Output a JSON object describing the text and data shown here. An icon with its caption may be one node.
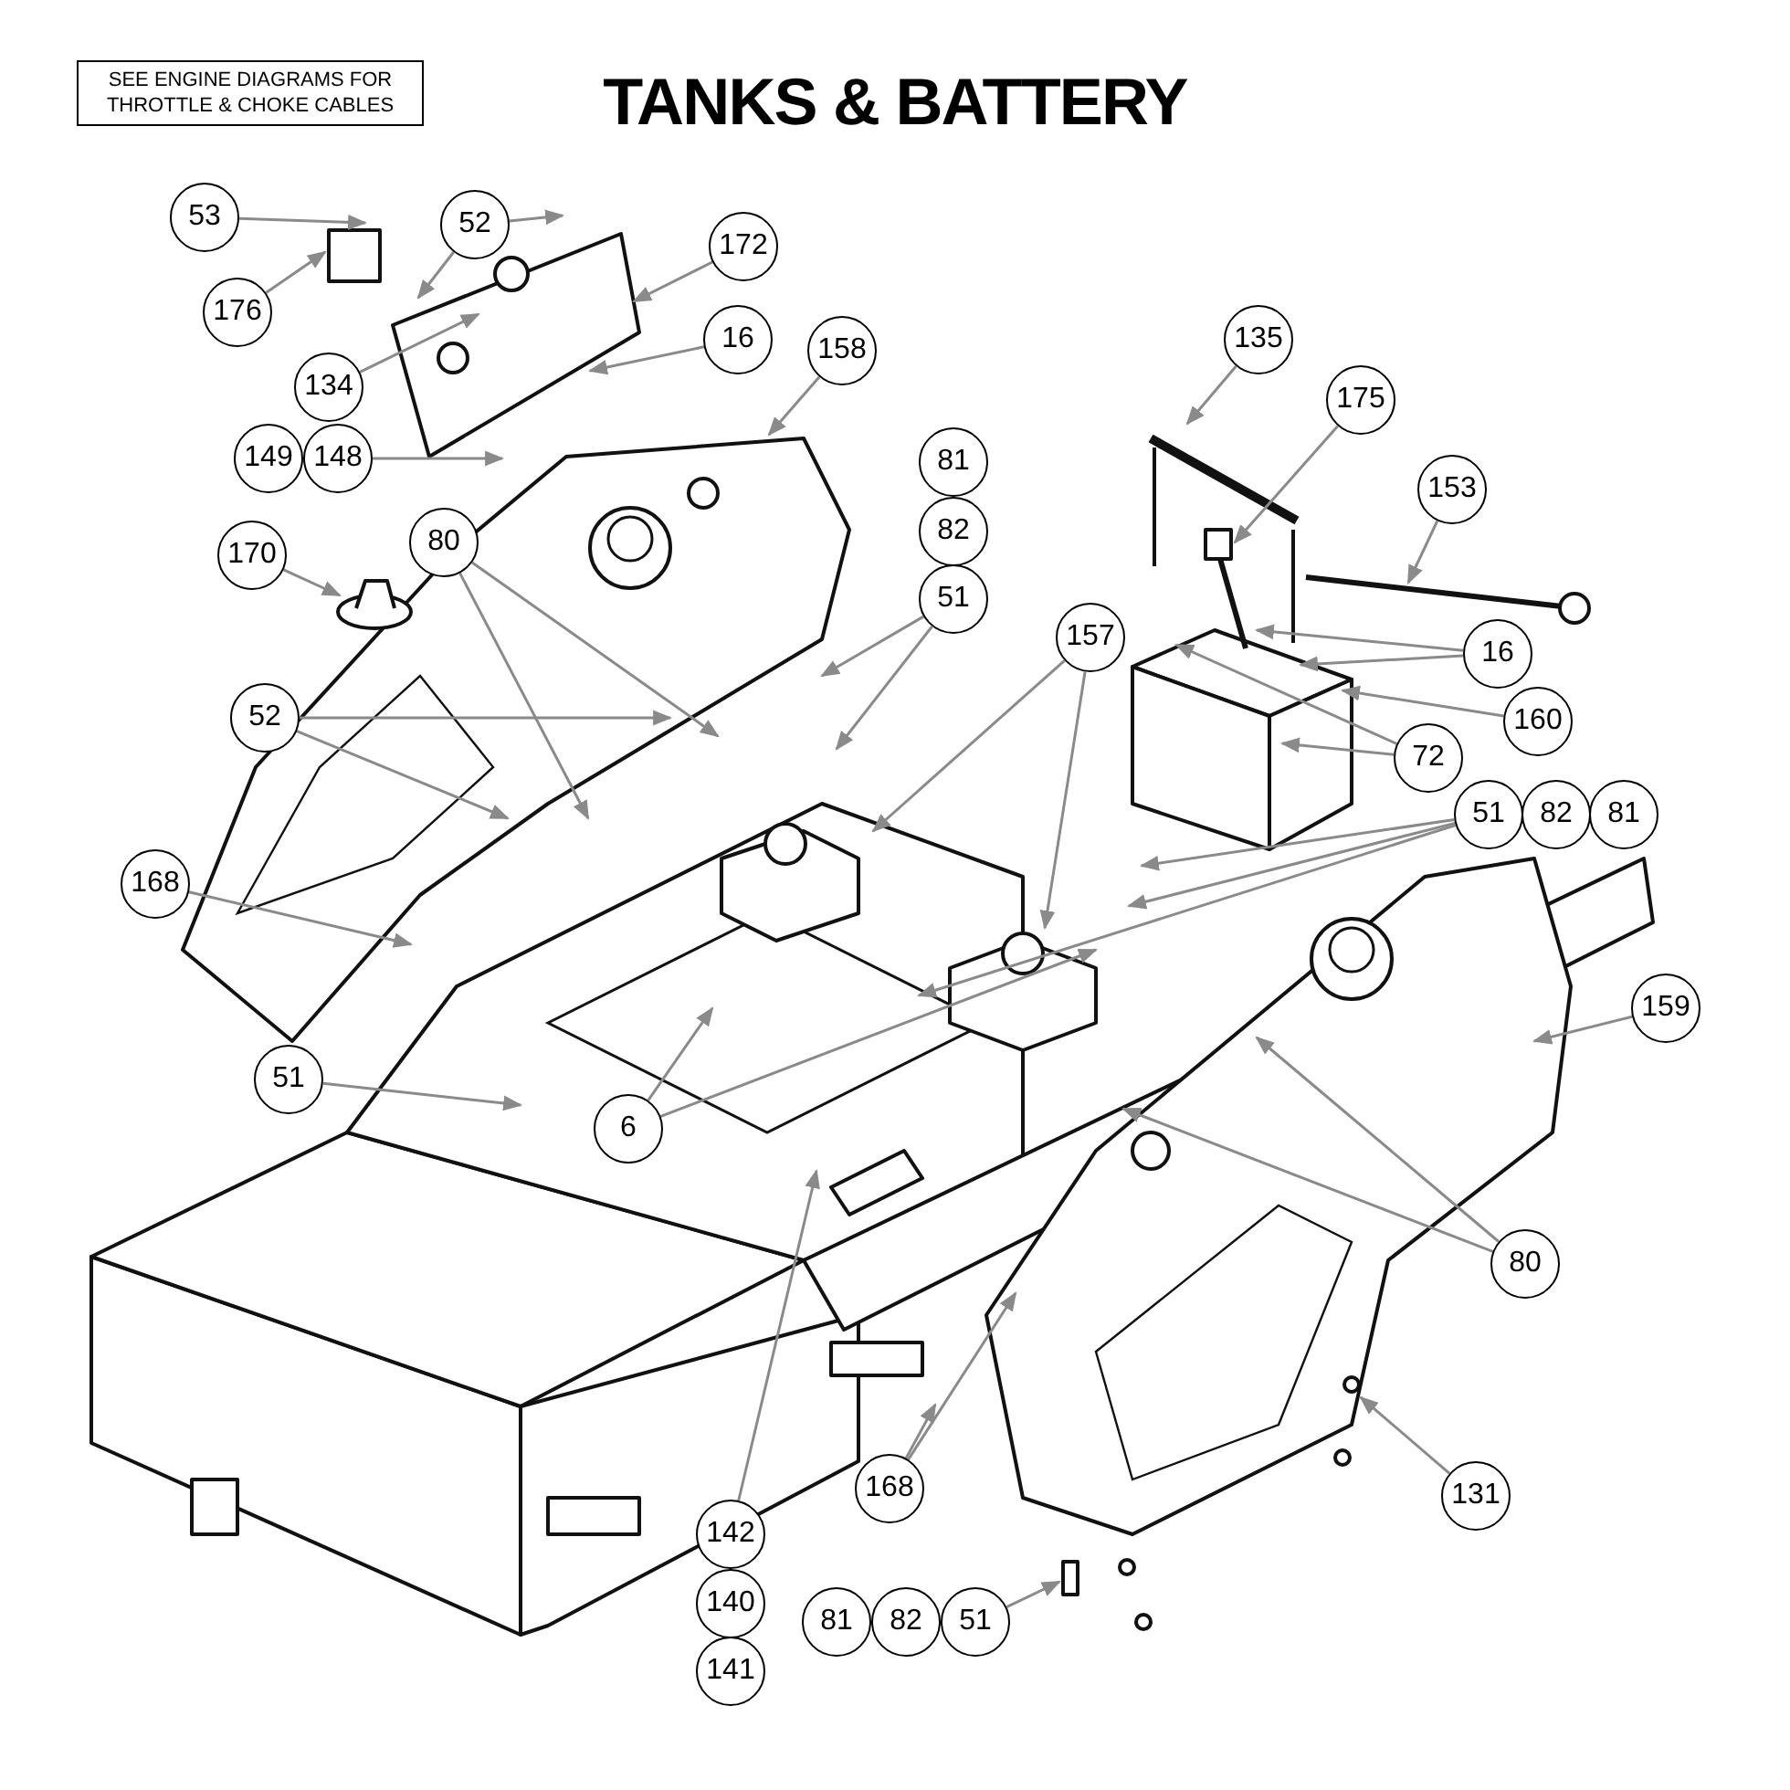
{
  "diagram": {
    "title": "TANKS & BATTERY",
    "nodes": [
      {
        "text": [
          "SEE ENGINE DIAGRAMS FOR THROTTLE & CHOKE CABLES"
        ]
      },
      {
        "text": [
          "53"
        ]
      },
      {
        "text": [
          "176"
        ]
      },
      {
        "text": [
          "52"
        ]
      },
      {
        "text": [
          "134"
        ]
      },
      {
        "text": [
          "172"
        ]
      },
      {
        "text": [
          "16"
        ]
      },
      {
        "text": [
          "158"
        ]
      },
      {
        "text": [
          "149"
        ]
      },
      {
        "text": [
          "148"
        ]
      },
      {
        "text": [
          "80"
        ]
      },
      {
        "text": [
          "170"
        ]
      },
      {
        "text": [
          "81"
        ]
      },
      {
        "text": [
          "82"
        ]
      },
      {
        "text": [
          "51"
        ]
      },
      {
        "text": [
          "157"
        ]
      },
      {
        "text": [
          "135"
        ]
      },
      {
        "text": [
          "175"
        ]
      },
      {
        "text": [
          "153"
        ]
      },
      {
        "text": [
          "16"
        ]
      },
      {
        "text": [
          "160"
        ]
      },
      {
        "text": [
          "72"
        ]
      },
      {
        "text": [
          "51"
        ]
      },
      {
        "text": [
          "82"
        ]
      },
      {
        "text": [
          "81"
        ]
      },
      {
        "text": [
          "52"
        ]
      },
      {
        "text": [
          "168"
        ]
      },
      {
        "text": [
          "159"
        ]
      },
      {
        "text": [
          "51"
        ]
      },
      {
        "text": [
          "6"
        ]
      },
      {
        "text": [
          "80"
        ]
      },
      {
        "text": [
          "142"
        ]
      },
      {
        "text": [
          "140"
        ]
      },
      {
        "text": [
          "141"
        ]
      },
      {
        "text": [
          "168"
        ]
      },
      {
        "text": [
          "131"
        ]
      },
      {
        "text": [
          "81"
        ]
      },
      {
        "text": [
          "82"
        ]
      },
      {
        "text": [
          "51"
        ]
      }
    ],
    "edges": [
      {
        "from": 1,
        "to": null,
        "arrow": "to"
      },
      {
        "from": 2,
        "to": null,
        "arrow": "to"
      },
      {
        "from": 3,
        "to": null,
        "arrow": "to"
      },
      {
        "from": 3,
        "to": null,
        "arrow": "to"
      },
      {
        "from": 4,
        "to": null,
        "arrow": "to"
      },
      {
        "from": 5,
        "to": null,
        "arrow": "to"
      },
      {
        "from": 6,
        "to": null,
        "arrow": "to"
      },
      {
        "from": 7,
        "to": null,
        "arrow": "to"
      },
      {
        "from": 9,
        "to": null,
        "arrow": "to"
      },
      {
        "from": 10,
        "to": null,
        "arrow": "to"
      },
      {
        "from": 10,
        "to": null,
        "arrow": "to"
      },
      {
        "from": 11,
        "to": null,
        "arrow": "to"
      },
      {
        "from": 14,
        "to": null,
        "arrow": "to"
      },
      {
        "from": 14,
        "to": null,
        "arrow": "to"
      },
      {
        "from": 15,
        "to": null,
        "arrow": "to"
      },
      {
        "from": 15,
        "to": null,
        "arrow": "to"
      },
      {
        "from": 16,
        "to": null,
        "arrow": "to"
      },
      {
        "from": 17,
        "to": null,
        "arrow": "to"
      },
      {
        "from": 18,
        "to": null,
        "arrow": "to"
      },
      {
        "from": 19,
        "to": null,
        "arrow": "to"
      },
      {
        "from": 19,
        "to": null,
        "arrow": "to"
      },
      {
        "from": 20,
        "to": null,
        "arrow": "to"
      },
      {
        "from": 21,
        "to": null,
        "arrow": "to"
      },
      {
        "from": 21,
        "to": null,
        "arrow": "to"
      },
      {
        "from": 22,
        "to": null,
        "arrow": "to"
      },
      {
        "from": 22,
        "to": null,
        "arrow": "to"
      },
      {
        "from": 22,
        "to": null,
        "arrow": "to"
      },
      {
        "from": 25,
        "to": null,
        "arrow": "to"
      },
      {
        "from": 25,
        "to": null,
        "arrow": "to"
      },
      {
        "from": 26,
        "to": null,
        "arrow": "to"
      },
      {
        "from": 27,
        "to": null,
        "arrow": "to"
      },
      {
        "from": 28,
        "to": null,
        "arrow": "to"
      },
      {
        "from": 29,
        "to": null,
        "arrow": "to"
      },
      {
        "from": 29,
        "to": null,
        "arrow": "to"
      },
      {
        "from": 30,
        "to": null,
        "arrow": "to"
      },
      {
        "from": 30,
        "to": null,
        "arrow": "to"
      },
      {
        "from": 31,
        "to": null,
        "arrow": "to"
      },
      {
        "from": 34,
        "to": null,
        "arrow": "to"
      },
      {
        "from": 34,
        "to": null,
        "arrow": "to"
      },
      {
        "from": 35,
        "to": null,
        "arrow": "to"
      },
      {
        "from": 38,
        "to": null,
        "arrow": "to"
      }
    ]
  }
}
